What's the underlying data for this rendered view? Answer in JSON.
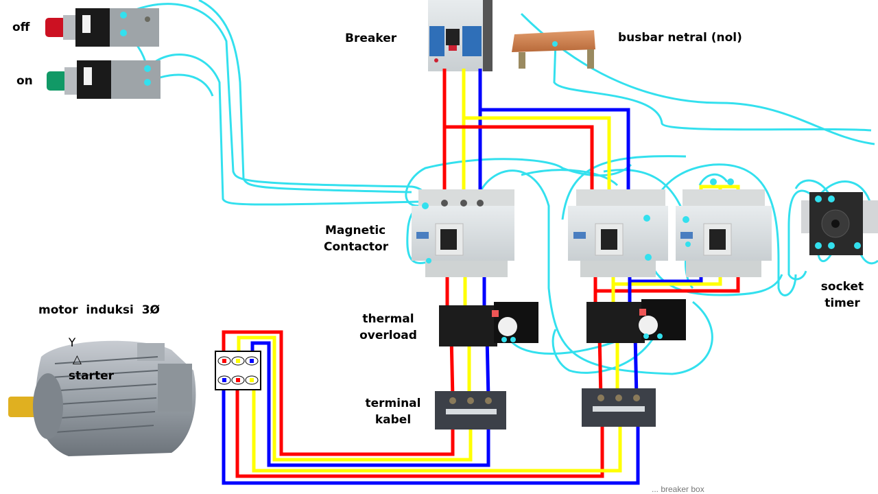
{
  "title": "motor induksi 3Ø Y △ starter wiring",
  "labels": {
    "off": "off",
    "on": "on",
    "breaker": "Breaker",
    "busbar": "busbar netral (nol)",
    "magnetic_contactor_1": "Magnetic",
    "magnetic_contactor_2": "Contactor",
    "thermal_1": "thermal",
    "thermal_2": "overload",
    "terminal_1": "terminal",
    "terminal_2": "kabel",
    "socket_1": "socket",
    "socket_2": "timer",
    "motor_1": "motor  induksi  3Ø",
    "motor_2_y": "Y",
    "motor_2_delta": "△",
    "motor_2_starter": "starter",
    "footer_faint": "... breaker box"
  },
  "wire_colors": {
    "phase_r": "#ff0000",
    "phase_s": "#ffff00",
    "phase_t": "#0000ff",
    "control": "#33e0ee"
  },
  "components": [
    {
      "name": "off-pushbutton",
      "cap_color": "#cc1122"
    },
    {
      "name": "on-pushbutton",
      "cap_color": "#119966"
    },
    {
      "name": "breaker"
    },
    {
      "name": "busbar-netral"
    },
    {
      "name": "magnetic-contactor-main"
    },
    {
      "name": "magnetic-contactor-delta"
    },
    {
      "name": "magnetic-contactor-star"
    },
    {
      "name": "thermal-overload-1"
    },
    {
      "name": "thermal-overload-2"
    },
    {
      "name": "terminal-kabel-1"
    },
    {
      "name": "terminal-kabel-2"
    },
    {
      "name": "socket-timer"
    },
    {
      "name": "motor-terminal-box"
    },
    {
      "name": "induction-motor"
    }
  ]
}
